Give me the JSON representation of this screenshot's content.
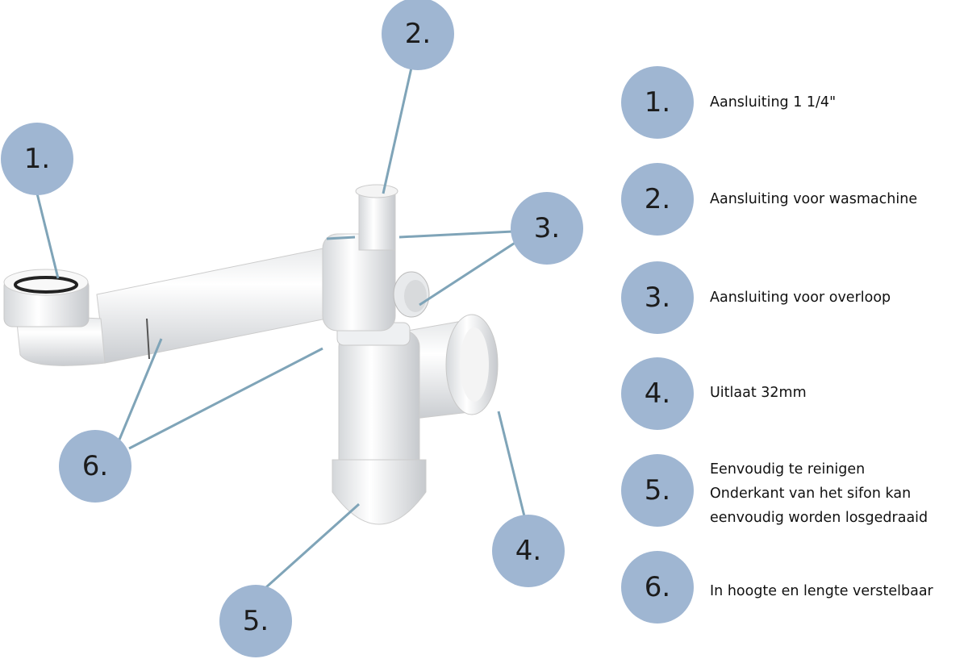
{
  "callouts": [
    "1.",
    "2.",
    "3.",
    "4.",
    "5.",
    "6."
  ],
  "legend": [
    {
      "number": "1.",
      "lines": [
        "Aansluiting 1 1/4\""
      ]
    },
    {
      "number": "2.",
      "lines": [
        "Aansluiting voor wasmachine"
      ]
    },
    {
      "number": "3.",
      "lines": [
        "Aansluiting voor overloop"
      ]
    },
    {
      "number": "4.",
      "lines": [
        "Uitlaat 32mm"
      ]
    },
    {
      "number": "5.",
      "lines": [
        "Eenvoudig te reinigen",
        "Onderkant van het sifon kan",
        "eenvoudig worden losgedraaid"
      ]
    },
    {
      "number": "6.",
      "lines": [
        "In hoogte en lengte verstelbaar"
      ]
    }
  ],
  "colors": {
    "circle": "#9fb6d2",
    "leader": "#7fa4b8"
  }
}
